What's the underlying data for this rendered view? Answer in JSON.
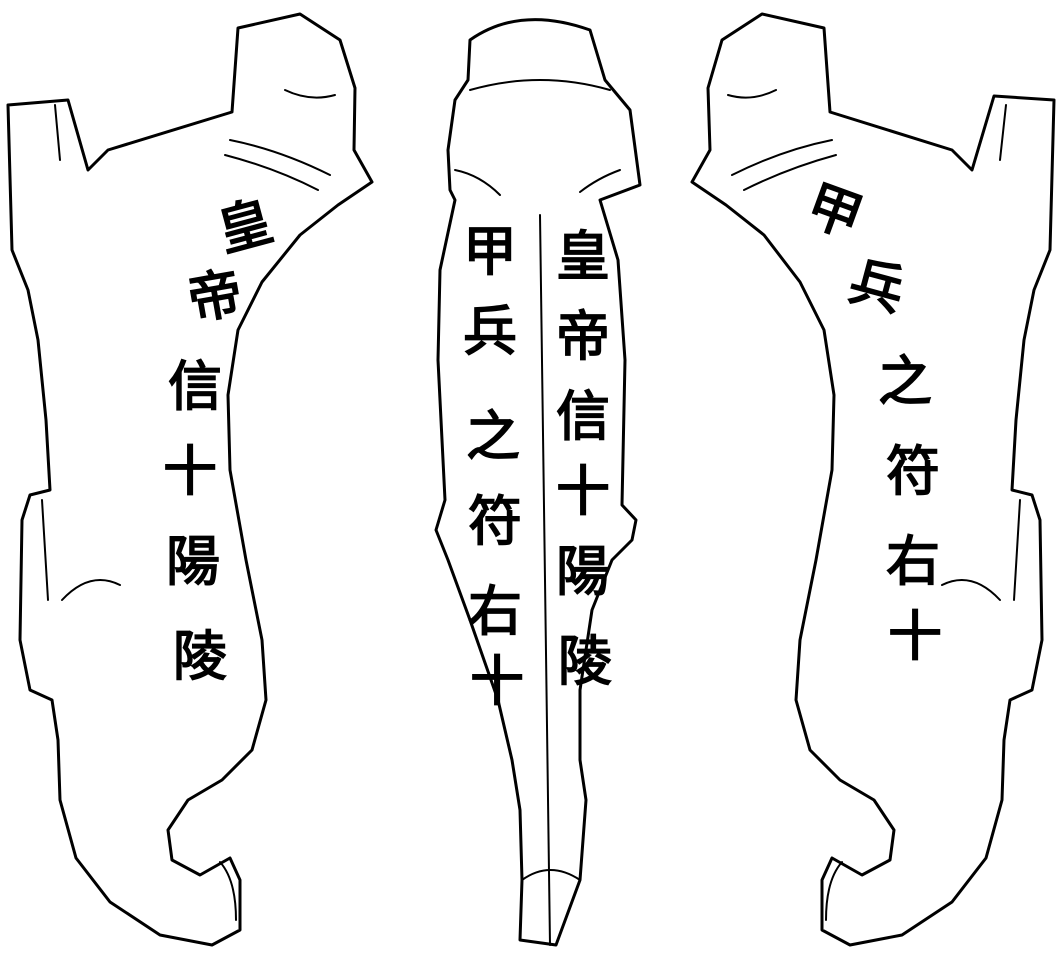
{
  "artwork": {
    "background": "#ffffff",
    "ink": "#000000",
    "views": [
      {
        "name": "left-side-view",
        "inscription": [
          "皇",
          "帝",
          "信",
          "十",
          "陽",
          "陵"
        ]
      },
      {
        "name": "top-view",
        "inscription_left_column": [
          "甲",
          "兵",
          "之",
          "符",
          "右",
          "十"
        ],
        "inscription_right_column": [
          "皇",
          "帝",
          "信",
          "十",
          "陽",
          "陵"
        ]
      },
      {
        "name": "right-side-view",
        "inscription": [
          "甲",
          "兵",
          "之",
          "符",
          "右",
          "十"
        ]
      }
    ]
  }
}
